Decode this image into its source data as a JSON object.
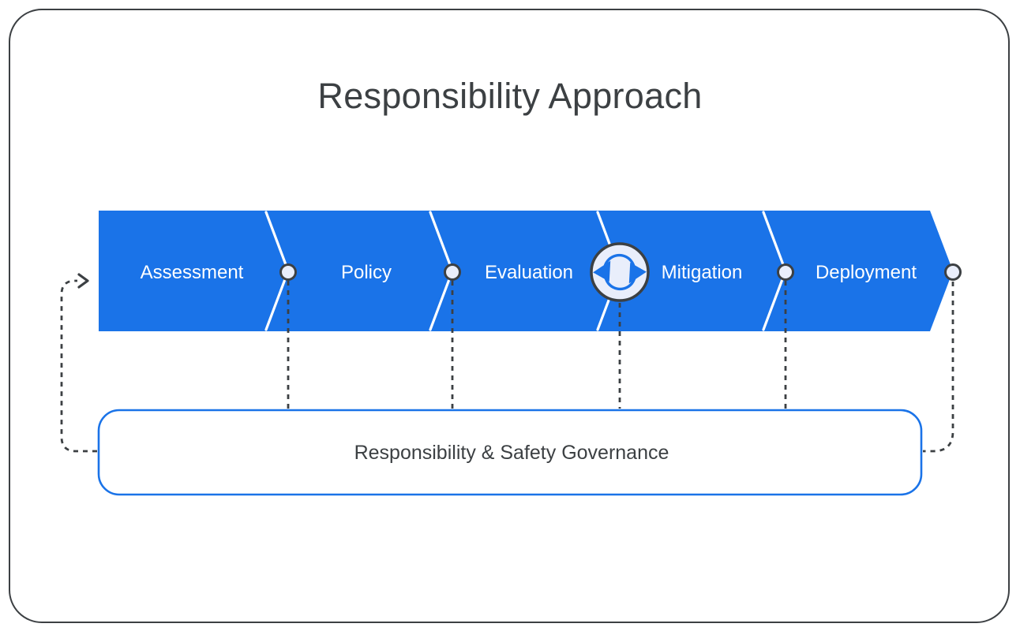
{
  "title": "Responsibility Approach",
  "process_bar": {
    "segments": [
      {
        "label": "Assessment"
      },
      {
        "label": "Policy"
      },
      {
        "label": "Evaluation"
      },
      {
        "label": "Mitigation"
      },
      {
        "label": "Deployment"
      }
    ]
  },
  "governance_box": {
    "label": "Responsibility & Safety Governance"
  },
  "icons": {
    "sync": "sync-refresh-icon",
    "feedback_arrow": "arrow-right-icon",
    "connector_dots": "circle-node-icon"
  },
  "colors": {
    "process_blue": "#1a73e8",
    "outline_dark": "#3c4043",
    "governance_border": "#1a73e8",
    "node_fill": "#e9eefb",
    "segment_label_color": "#ffffff",
    "text_dark": "#3c4043",
    "background": "#ffffff"
  }
}
